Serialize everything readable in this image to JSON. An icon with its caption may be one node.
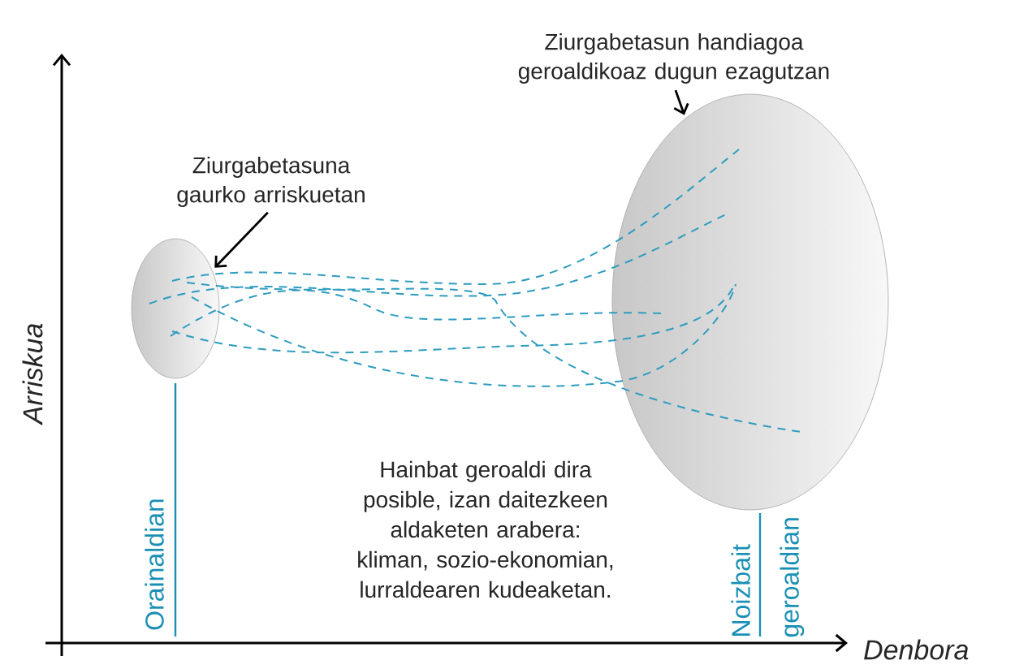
{
  "diagram": {
    "nodes": [
      {
        "text": [
          "Ziurgabetasuna gaurko arriskuetan"
        ]
      },
      {
        "text": [],
        "shape": "ellipse"
      },
      {
        "text": [
          "Ziurgabetasun handiagoa geroaldikoaz dugun ezagutzan"
        ]
      },
      {
        "text": [],
        "shape": "ellipse"
      }
    ],
    "edges": [
      {
        "from": 0,
        "to": 1,
        "arrow": "to"
      },
      {
        "from": 2,
        "to": 3,
        "arrow": "to"
      }
    ],
    "labels": [
      "Arriskua",
      "Orainaldian",
      "Hainbat geroaldi dira posible, izan daitezkeen aldaketen arabera: kliman, sozio-ekonomian, lurraldearen kudeaketan.",
      "Noizbait geroaldian",
      "Denbora"
    ]
  }
}
